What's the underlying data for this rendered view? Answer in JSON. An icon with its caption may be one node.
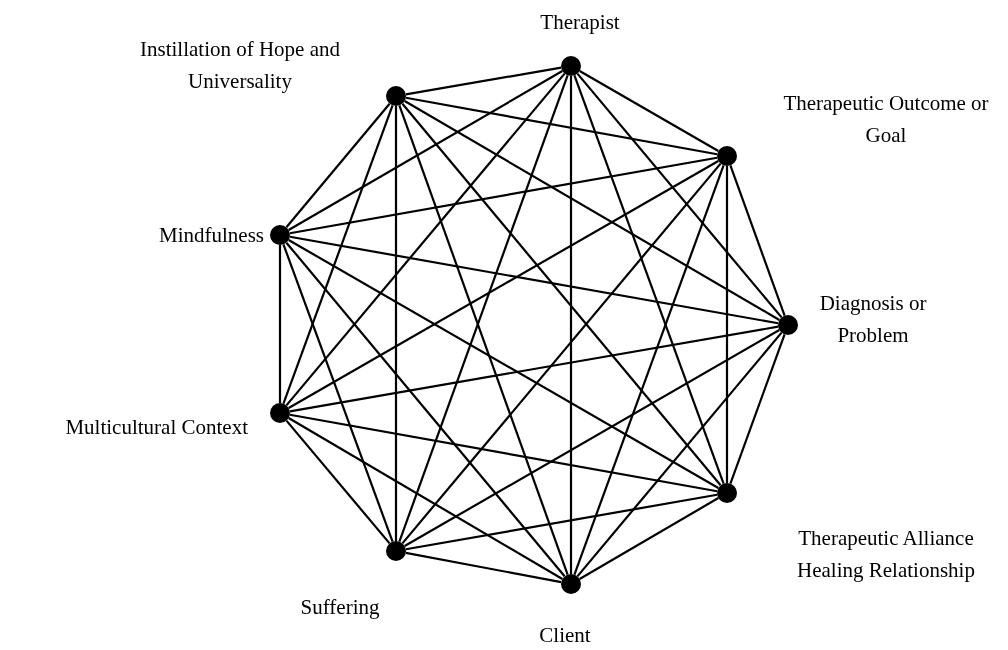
{
  "diagram": {
    "nodes": [
      {
        "text": [],
        "shape": "circle",
        "beside": [
          "Therapist"
        ]
      },
      {
        "text": [],
        "shape": "circle",
        "beside": [
          "Therapeutic Outcome or Goal"
        ]
      },
      {
        "text": [],
        "shape": "circle",
        "beside": [
          "Diagnosis or Problem"
        ]
      },
      {
        "text": [],
        "shape": "circle",
        "beside": [
          "Therapeutic Alliance Healing Relationship"
        ]
      },
      {
        "text": [],
        "shape": "circle",
        "beside": [
          "Client"
        ]
      },
      {
        "text": [],
        "shape": "circle",
        "beside": [
          "Suffering"
        ]
      },
      {
        "text": [],
        "shape": "circle",
        "beside": [
          "Multicultural Context"
        ]
      },
      {
        "text": [],
        "shape": "circle",
        "beside": [
          "Mindfulness"
        ]
      },
      {
        "text": [],
        "shape": "circle",
        "beside": [
          "Instillation of Hope and Universality"
        ]
      }
    ],
    "edges": [
      {
        "from": 0,
        "to": 1,
        "arrow": "none"
      },
      {
        "from": 0,
        "to": 2,
        "arrow": "none"
      },
      {
        "from": 0,
        "to": 3,
        "arrow": "none"
      },
      {
        "from": 0,
        "to": 4,
        "arrow": "none"
      },
      {
        "from": 0,
        "to": 5,
        "arrow": "none"
      },
      {
        "from": 0,
        "to": 6,
        "arrow": "none"
      },
      {
        "from": 0,
        "to": 7,
        "arrow": "none"
      },
      {
        "from": 0,
        "to": 8,
        "arrow": "none"
      },
      {
        "from": 1,
        "to": 2,
        "arrow": "none"
      },
      {
        "from": 1,
        "to": 3,
        "arrow": "none"
      },
      {
        "from": 1,
        "to": 4,
        "arrow": "none"
      },
      {
        "from": 1,
        "to": 5,
        "arrow": "none"
      },
      {
        "from": 1,
        "to": 6,
        "arrow": "none"
      },
      {
        "from": 1,
        "to": 7,
        "arrow": "none"
      },
      {
        "from": 1,
        "to": 8,
        "arrow": "none"
      },
      {
        "from": 2,
        "to": 3,
        "arrow": "none"
      },
      {
        "from": 2,
        "to": 4,
        "arrow": "none"
      },
      {
        "from": 2,
        "to": 5,
        "arrow": "none"
      },
      {
        "from": 2,
        "to": 6,
        "arrow": "none"
      },
      {
        "from": 2,
        "to": 7,
        "arrow": "none"
      },
      {
        "from": 2,
        "to": 8,
        "arrow": "none"
      },
      {
        "from": 3,
        "to": 4,
        "arrow": "none"
      },
      {
        "from": 3,
        "to": 5,
        "arrow": "none"
      },
      {
        "from": 3,
        "to": 6,
        "arrow": "none"
      },
      {
        "from": 3,
        "to": 7,
        "arrow": "none"
      },
      {
        "from": 3,
        "to": 8,
        "arrow": "none"
      },
      {
        "from": 4,
        "to": 5,
        "arrow": "none"
      },
      {
        "from": 4,
        "to": 6,
        "arrow": "none"
      },
      {
        "from": 4,
        "to": 7,
        "arrow": "none"
      },
      {
        "from": 4,
        "to": 8,
        "arrow": "none"
      },
      {
        "from": 5,
        "to": 6,
        "arrow": "none"
      },
      {
        "from": 5,
        "to": 7,
        "arrow": "none"
      },
      {
        "from": 5,
        "to": 8,
        "arrow": "none"
      },
      {
        "from": 6,
        "to": 7,
        "arrow": "none"
      },
      {
        "from": 6,
        "to": 8,
        "arrow": "none"
      },
      {
        "from": 7,
        "to": 8,
        "arrow": "none"
      }
    ]
  }
}
